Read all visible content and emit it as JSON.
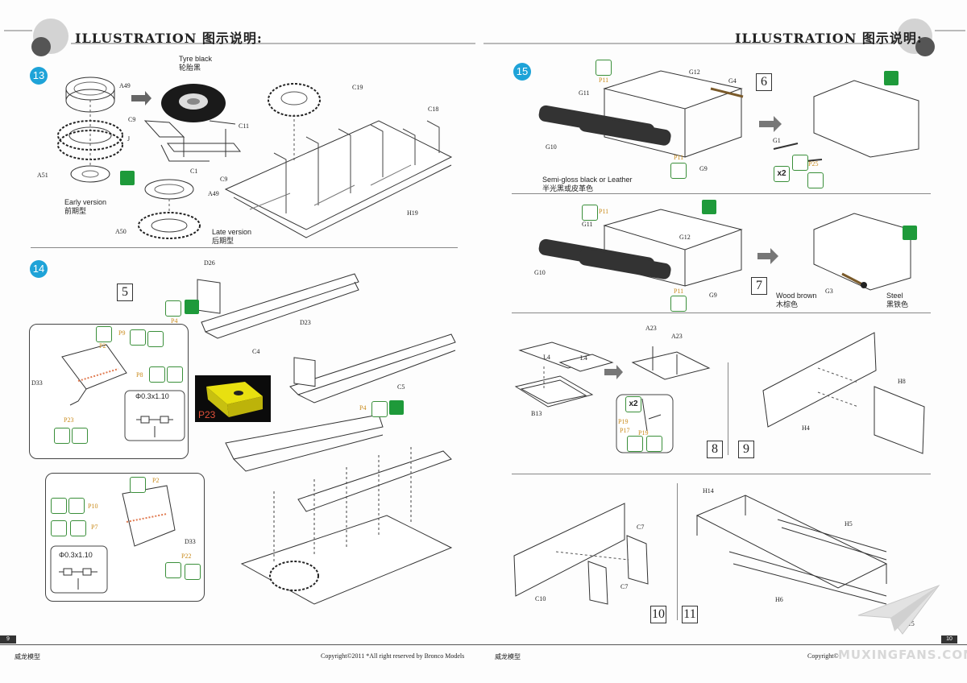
{
  "header": {
    "title_left": "ILLUSTRATION 图示说明:",
    "title_right": "ILLUSTRATION 图示说明:"
  },
  "steps": {
    "s13": "13",
    "s14": "14",
    "s15": "15"
  },
  "boxes": {
    "b5": "5",
    "b6": "6",
    "b7": "7",
    "b8": "8",
    "b9": "9",
    "b10": "10",
    "b11": "11"
  },
  "step13": {
    "tyre_black": "Tyre black",
    "tyre_black_cn": "轮胎黑",
    "early": "Early version",
    "early_cn": "前期型",
    "late": "Late version",
    "late_cn": "后期型",
    "parts": {
      "a49": "A49",
      "a49b": "A49",
      "j": "J",
      "a51": "A51",
      "a50": "A50",
      "c9a": "C9",
      "c9b": "C9",
      "c11": "C11",
      "c1": "C1",
      "c19": "C19",
      "c18": "C18",
      "h19": "H19"
    }
  },
  "step14": {
    "parts": {
      "d26": "D26",
      "c4": "C4",
      "d23": "D23",
      "c5": "C5",
      "d33a": "D33",
      "d33b": "D33",
      "p4a": "P4",
      "p4b": "P4"
    },
    "plabels": {
      "p9": "P9",
      "p2a": "P2",
      "p8": "P8",
      "p23": "P23",
      "p10": "P10",
      "p7": "P7",
      "p2b": "P2",
      "p22": "P22"
    },
    "wire1": "Φ0.3x1.10",
    "wire2": "Φ0.3x1.10",
    "photo_label": "P23"
  },
  "step15": {
    "semi_gloss": "Semi-gloss black or Leather",
    "semi_gloss_cn": "半光黑或皮革色",
    "wood": "Wood brown",
    "wood_cn": "木棕色",
    "steel": "Steel",
    "steel_cn": "黑铁色",
    "x2a": "x2",
    "x2b": "x2",
    "parts": {
      "g11a": "G11",
      "g12a": "G12",
      "g4": "G4",
      "g10a": "G10",
      "g9a": "G9",
      "g1": "G1",
      "g11b": "G11",
      "g12b": "G12",
      "g10b": "G10",
      "g9b": "G9",
      "g3": "G3",
      "l4a": "L4",
      "l4b": "L4",
      "b13": "B13",
      "a23a": "A23",
      "a23b": "A23",
      "h8": "H8",
      "h4": "H4",
      "c7a": "C7",
      "c7b": "C7",
      "c10": "C10",
      "h14": "H14",
      "h5": "H5",
      "h6": "H6",
      "h15": "H15"
    },
    "plabels": {
      "p11a": "P11",
      "p11b": "P11",
      "p25": "P25",
      "p11c": "P11",
      "p11d": "P11",
      "p19a": "P19",
      "p17": "P17",
      "p19b": "P19"
    }
  },
  "footer": {
    "brand_left": "威龙模型",
    "copyright_left": "Copyright©2011 *All right reserved by Bronco Models",
    "brand_right": "威龙模型",
    "copyright_right": "Copyright©",
    "page_left": "9",
    "page_right": "10",
    "watermark": "MUXINGFANS.COM"
  }
}
